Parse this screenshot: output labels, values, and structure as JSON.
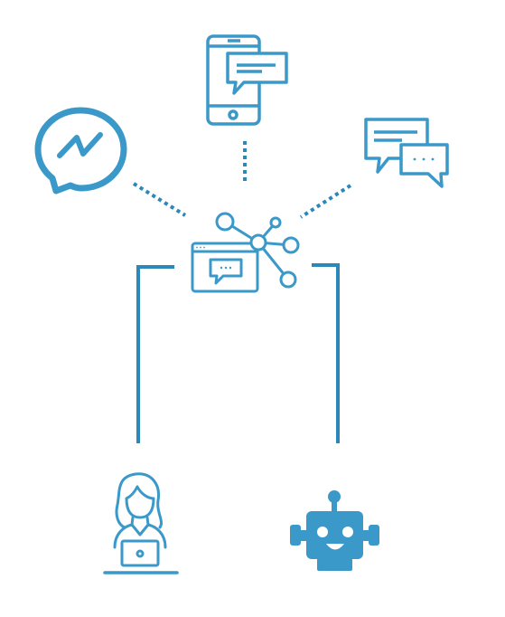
{
  "diagram": {
    "colors": {
      "primary": "#3a99c9",
      "line": "#2b88b8",
      "background": "#ffffff"
    },
    "nodes": [
      {
        "id": "messenger",
        "icon": "messenger-chat-icon"
      },
      {
        "id": "mobile",
        "icon": "mobile-sms-icon"
      },
      {
        "id": "chat",
        "icon": "chat-bubbles-icon"
      },
      {
        "id": "hub",
        "icon": "chat-widget-hub-icon"
      },
      {
        "id": "agent",
        "icon": "human-agent-icon"
      },
      {
        "id": "bot",
        "icon": "chatbot-robot-icon"
      }
    ],
    "connections": [
      {
        "from": "messenger",
        "to": "hub",
        "style": "dotted"
      },
      {
        "from": "mobile",
        "to": "hub",
        "style": "dotted"
      },
      {
        "from": "chat",
        "to": "hub",
        "style": "dotted"
      },
      {
        "from": "hub",
        "to": "agent",
        "style": "solid"
      },
      {
        "from": "hub",
        "to": "bot",
        "style": "solid"
      }
    ]
  }
}
